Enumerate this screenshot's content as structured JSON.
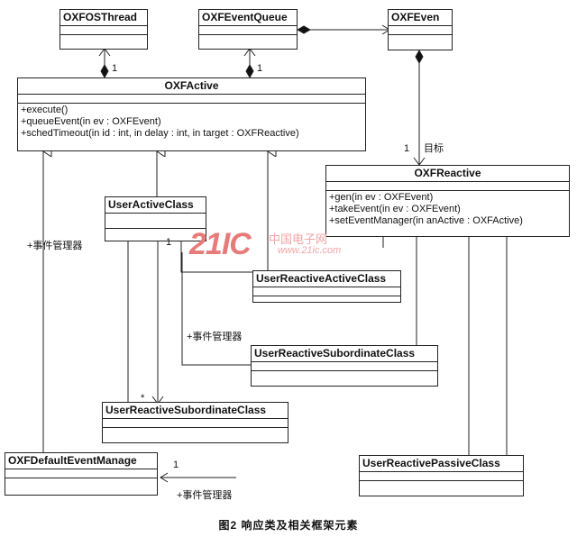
{
  "classes": {
    "osthread": {
      "name": "OXFOSThread"
    },
    "eventqueue": {
      "name": "OXFEventQueue"
    },
    "event": {
      "name": "OXFEven"
    },
    "active": {
      "name": "OXFActive",
      "ops": [
        "+execute()",
        "+queueEvent(in ev : OXFEvent)",
        "+schedTimeout(in id : int, in delay : int, in target : OXFReactive)"
      ]
    },
    "reactive": {
      "name": "OXFReactive",
      "ops": [
        "+gen(in ev : OXFEvent)",
        "+takeEvent(in ev : OXFEvent)",
        "+setEventManager(in anActive : OXFActive)"
      ]
    },
    "useractive": {
      "name": "UserActiveClass"
    },
    "reactiveactive": {
      "name": "UserReactiveActiveClass"
    },
    "subordinate1": {
      "name": "UserReactiveSubordinateClass"
    },
    "subordinate2": {
      "name": "UserReactiveSubordinateClass"
    },
    "eventmanage": {
      "name": "OXFDefaultEventManage"
    },
    "passive": {
      "name": "UserReactivePassiveClass"
    }
  },
  "labels": {
    "mult_osthread": "1",
    "mult_queue": "1",
    "mult_event_target": "1",
    "target_role": "目标",
    "mult_useractive": "1",
    "manager_role_1": "+事件管理器",
    "manager_role_2": "+事件管理器",
    "manager_role_3": "+事件管理器",
    "mult_star": "*",
    "mult_manage": "1"
  },
  "watermark": {
    "brand": "21IC",
    "cn": "中国电子网",
    "url": "www.21ic.com"
  },
  "caption": "图2  响应类及相关框架元素"
}
